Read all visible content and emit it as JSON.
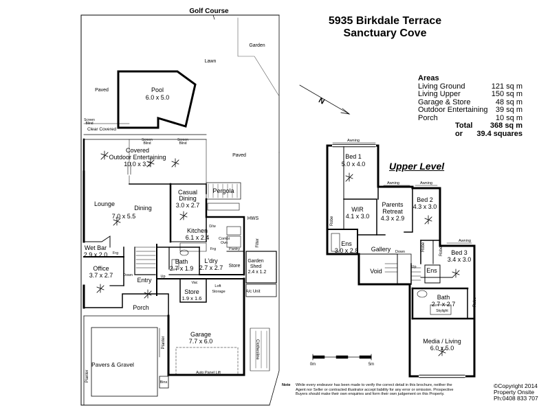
{
  "header": {
    "address_line1": "5935 Birkdale Terrace",
    "address_line2": "Sanctuary Cove"
  },
  "areas": {
    "heading": "Areas",
    "rows": [
      {
        "label": "Living Ground",
        "value": "121 sq m"
      },
      {
        "label": "Living Upper",
        "value": "150 sq m"
      },
      {
        "label": "Garage & Store",
        "value": "48 sq m"
      },
      {
        "label": "Outdoor Entertaining",
        "value": "39 sq m"
      },
      {
        "label": "Porch",
        "value": "10 sq m"
      }
    ],
    "total_label": "Total",
    "total_value": "368 sq m",
    "or_label": "or",
    "squares_value": "39.4 squares"
  },
  "compass_letter": "N",
  "upper_level_title": "Upper Level",
  "ground_labels": {
    "golf_course": "Golf Course",
    "garden": "Garden",
    "lawn": "Lawn",
    "paved_left": "Paved",
    "paved_right": "Paved",
    "pool_name": "Pool",
    "pool_dim": "6.0 x 5.0",
    "screen_blind_1": "Screen",
    "screen_blind_1b": "Blind",
    "clear_covered": "Clear Covered",
    "screen_blind_2": "Screen",
    "screen_blind_2b": "Blind",
    "screen_blind_3": "Screen",
    "screen_blind_3b": "Blind",
    "covered_1": "Covered",
    "covered_2": "Outdoor Entertaining",
    "covered_dim": "10.0 x 3.2",
    "lounge": "Lounge",
    "dining": "Dining",
    "lounge_dining_dim": "7.0 x 5.5",
    "casual_1": "Casual",
    "casual_2": "Dining",
    "casual_dim": "3.0 x 2.7",
    "pergola": "Pergola",
    "hws": "HWS",
    "dw": "D/w",
    "kitchen": "Kitchen",
    "kitchen_dim": "6.1 x 2.4",
    "frg_kitchen": "Frg",
    "combi_1": "Combi",
    "combi_2": "Ovn",
    "pantry": "Pantry",
    "filter": "Filter",
    "wetbar": "Wet Bar",
    "wetbar_dim": "2.9 x 2.0",
    "frg_wetbar": "Frg",
    "bath": "Bath",
    "bath_dim": "2.7 x 1.9",
    "ldry": "L'dry",
    "ldry_dim": "2.7 x 2.7",
    "store_small": "Store",
    "garden_shed_1": "Garden",
    "garden_shed_2": "Shed",
    "garden_shed_dim": "2.4 x 1.2",
    "office": "Office",
    "office_dim": "3.7 x 2.7",
    "down": "Down",
    "entry": "Entry",
    "up": "Up",
    "vac": "Vac",
    "loft_1": "Loft",
    "loft_2": "Storage",
    "store_main": "Store",
    "store_main_dim": "1.9 x 1.6",
    "ac_unit": "A/c Unit",
    "porch": "Porch",
    "garage": "Garage",
    "garage_dim": "7.7 x 6.0",
    "clothesline": "Clothesline",
    "planter_v1": "Planter",
    "planter_v2": "Planter",
    "pavers": "Pavers & Gravel",
    "auto_panel": "Auto Panel Lift",
    "bins": "Bins"
  },
  "upper_labels": {
    "awning_bed1": "Awning",
    "bed1": "Bed 1",
    "bed1_dim": "5.0 x 4.0",
    "awning_bed2a": "Awning",
    "awning_bed2b": "Awning",
    "bed2": "Bed 2",
    "bed2_dim": "4.3 x 3.0",
    "robe_left": "Robe",
    "wir": "WIR",
    "wir_dim": "4.1 x 3.0",
    "parents_1": "Parents",
    "parents_2": "Retreat",
    "parents_dim": "4.3 x 2.9",
    "ens_left": "Ens",
    "ens_left_dim": "3.0 x 2.8",
    "gallery": "Gallery",
    "down": "Down",
    "void": "Void",
    "robe_mid": "Robe",
    "robe_mid2": "Robe",
    "awning_bed3": "Awning",
    "bed3": "Bed 3",
    "bed3_dim": "3.4 x 3.0",
    "up": "Up",
    "ens_right": "Ens",
    "bath": "Bath",
    "bath_dim": "2.7 x 2.7",
    "skylight": "Skylight",
    "robe_right": "Robe",
    "media": "Media / Living",
    "media_dim": "6.0 x 5.0"
  },
  "scale": {
    "start": "0m",
    "end": "5m"
  },
  "note": {
    "label": "Note",
    "text": "While every endeavor has been made to verify the correct detail in this brochure, neither the Agent nor Seller or contracted illustrator accept liability for any error or omission. Prospective Buyers should make their own enquiries and form their own judgement on this Property."
  },
  "copyright": {
    "line1": "©Copyright 2014",
    "line2": "Property Onsite",
    "line3": "Ph:0408 833 707"
  }
}
